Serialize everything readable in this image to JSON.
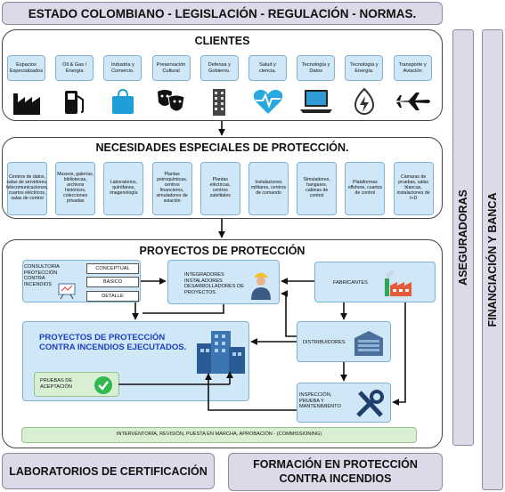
{
  "top_banner": "ESTADO COLOMBIANO - LEGISLACIÓN - REGULACIÓN - NORMAS.",
  "side_banners": {
    "aseguradoras": "ASEGURADORAS",
    "finanzas": "FINANCIACIÓN Y BANCA"
  },
  "bottom_banners": {
    "laboratorios": "LABORATORIOS DE CERTIFICACIÓN",
    "formacion": "FORMACIÓN EN PROTECCIÓN CONTRA INCENDIOS"
  },
  "clientes": {
    "title": "CLIENTES",
    "items": [
      {
        "label": "Espacios Especializados",
        "icon": "factory-icon"
      },
      {
        "label": "Oil & Gas / Energía",
        "icon": "fuel-pump-icon"
      },
      {
        "label": "Industria y Comercio.",
        "icon": "shopping-bag-icon"
      },
      {
        "label": "Preservación Cultural",
        "icon": "theater-masks-icon"
      },
      {
        "label": "Defensa y Gobierno.",
        "icon": "building-icon"
      },
      {
        "label": "Salud y ciencia.",
        "icon": "heart-pulse-icon"
      },
      {
        "label": "Tecnología y Datos",
        "icon": "laptop-icon"
      },
      {
        "label": "Tecnología y Energía.",
        "icon": "energy-icon"
      },
      {
        "label": "Transporte y Aviación",
        "icon": "airplane-icon"
      }
    ]
  },
  "necesidades": {
    "title": "NECESIDADES ESPECIALES DE PROTECCIÓN.",
    "items": [
      "Centros de datos, salas de servidores, telecomunicaciones, cuartos eléctricos, salas de control",
      "Museos, galerías, bibliotecas, archivos históricos, colecciones privadas",
      "Laboratorios, quirófanos, imagenología",
      "Plantas petroquímicas, centros financieros, simuladores de aviación",
      "Plantas eléctricas, centros satelitales",
      "Instalaciones militares, centros de comando",
      "Simuladores, hangares, cabinas de control",
      "Plataformas offshore, cuartos de control",
      "Cámaras de pruebas, salas blancas, instalaciones de I+D"
    ]
  },
  "proyectos": {
    "title": "PROYECTOS DE PROTECCIÓN",
    "consultoria": "CONSULTORIA PROTECCIÓN CONTRA INCENDIOS",
    "niveles": [
      "CONCEPTUAL",
      "BÁSICO",
      "DETALLE"
    ],
    "integradores": "INTEGRADORES INSTALADORES DESARROLLADORES DE PROYECTOS",
    "fabricantes": "FABRICANTES",
    "distribuidores": "DISTRIBUIDORES",
    "ejecutados": "PROYECTOS DE PROTECCIÓN CONTRA INCENDIOS EJECUTADOS.",
    "pruebas": "PRUEBAS DE ACEPTACIÓN",
    "inspeccion": "INSPECCIÓN, PRUEBA Y MANTENIMIENTO",
    "interventoria": "INTERVENTORÍA, REVISIÓN, PUESTA EN MARCHA, APROBACIÓN - (COMMISSIONING)"
  },
  "colors": {
    "banner_bg": "#dcd9e8",
    "box_bg": "#cfe7f6",
    "ejecutados_text": "#1a3fbf",
    "check_green": "#2eb84e",
    "interventoria_bg": "#d9efd3"
  }
}
